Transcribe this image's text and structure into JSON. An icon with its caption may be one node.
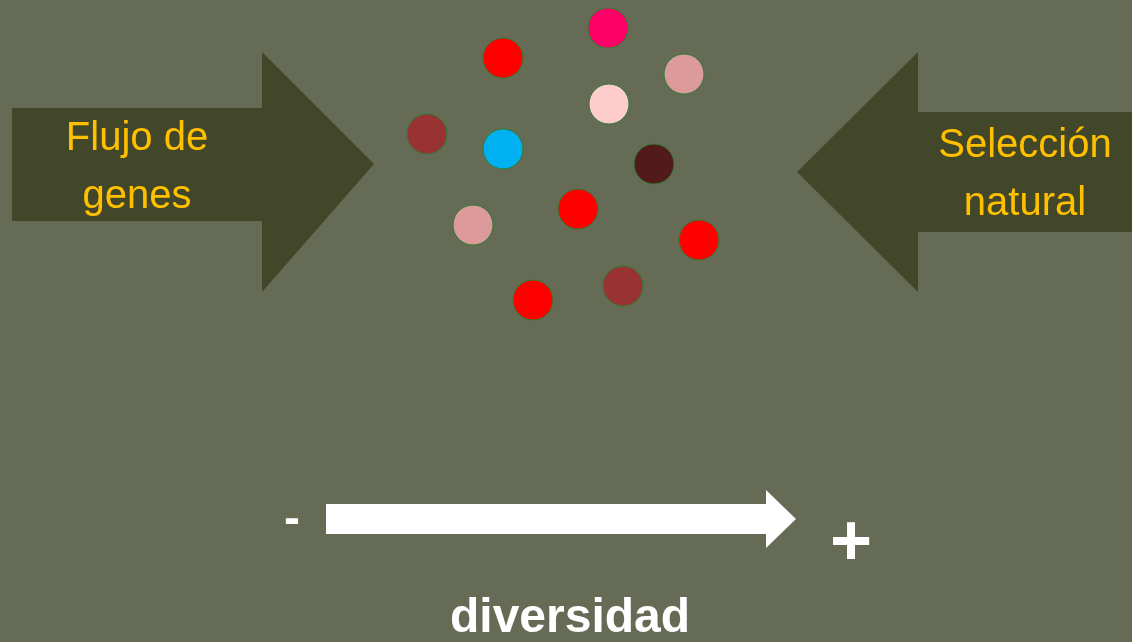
{
  "diagram": {
    "nodes": [
      {
        "text": [
          "Flujo de genes"
        ]
      },
      {
        "text": [
          "Selección natural"
        ]
      },
      {
        "text": [
          "-"
        ]
      },
      {
        "text": [
          "+"
        ]
      }
    ],
    "edges": [
      {
        "from": 2,
        "to": 3,
        "arrow": "to"
      }
    ],
    "labels": [
      "diversidad"
    ]
  }
}
